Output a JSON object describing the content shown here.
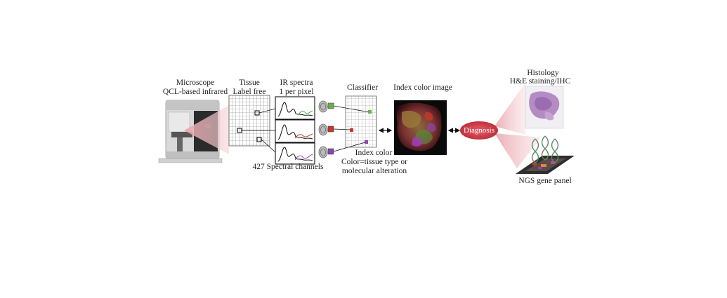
{
  "labels": {
    "microscope_title": "Microscope",
    "microscope_sub": "QCL-based infrared",
    "tissue_title": "Tissue",
    "tissue_sub": "Label free",
    "ir_title": "IR spectra",
    "ir_sub": "1 per pixel",
    "classifier": "Classifier",
    "index_color_image": "Index color image",
    "spectral_channels": "427 Spectral channels",
    "index_color": "Index color",
    "color_eq": "Color=tissue type or",
    "molecular": "molecular alteration",
    "diagnosis": "Diagnosis",
    "histology_title": "Histology",
    "histology_sub": "H&E staining/IHC",
    "ngs": "NGS gene panel"
  },
  "colors": {
    "accent_red": "#c8323c",
    "cone_pink": "#f3c7cc",
    "class_green": "#6ab04c",
    "class_red": "#c0392b",
    "class_purple": "#8e44ad",
    "spectrum_black": "#111111",
    "spectrum_green": "#3cae48",
    "spectrum_red": "#c0392b",
    "spectrum_purple": "#9b3fb5"
  }
}
